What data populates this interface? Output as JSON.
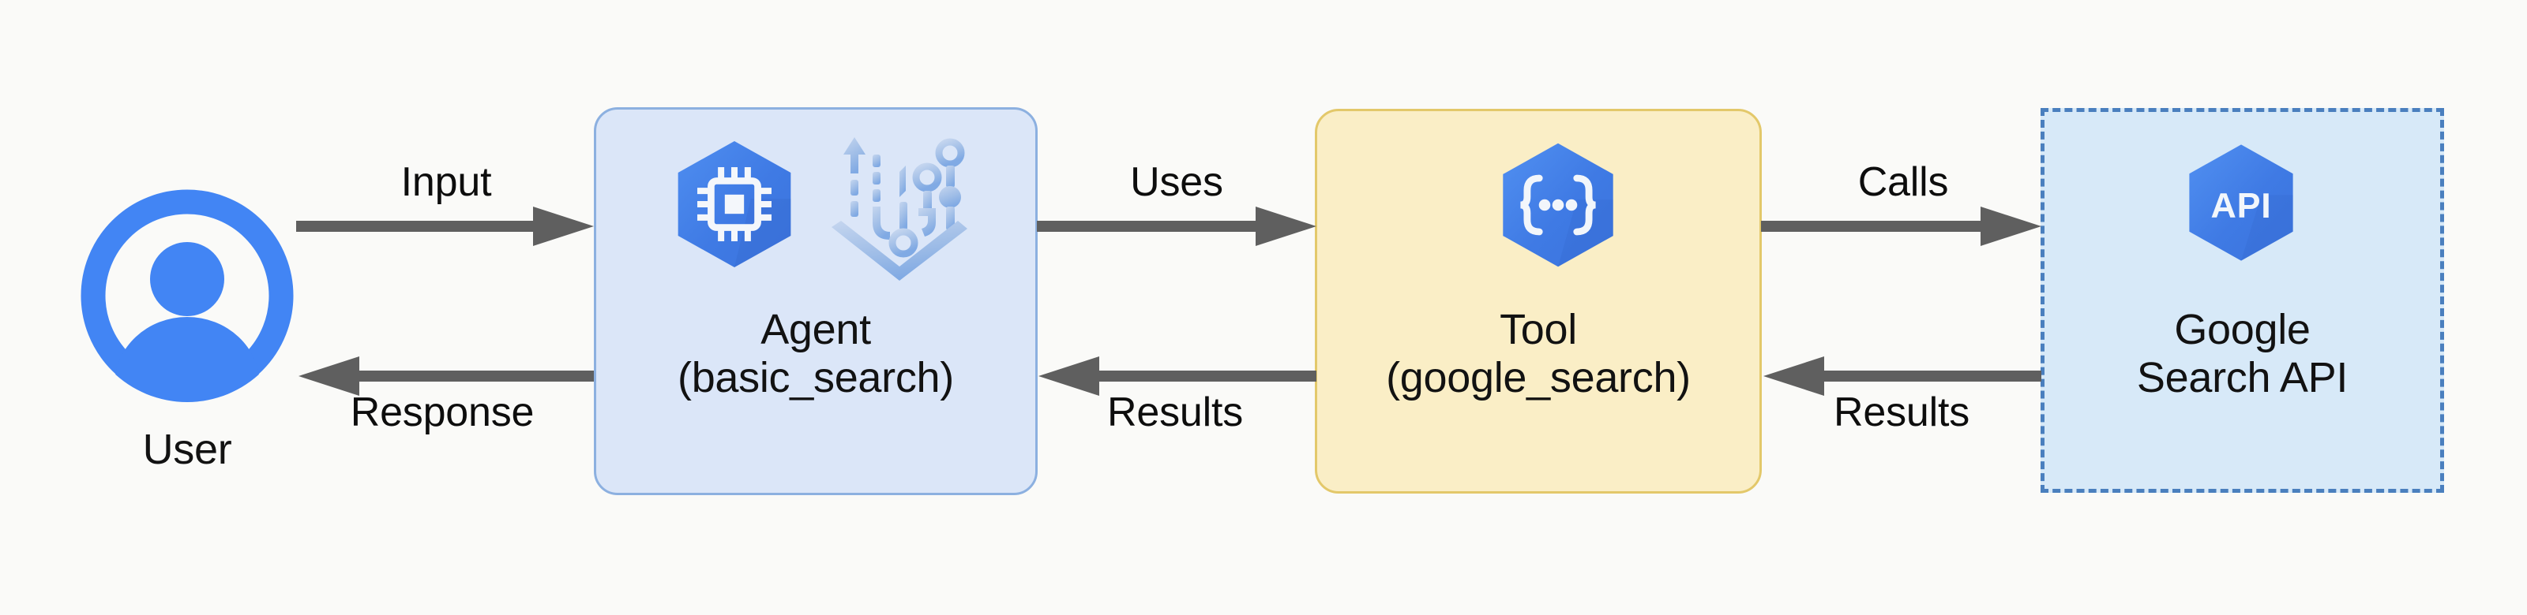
{
  "diagram": {
    "type": "flow-diagram",
    "background_color": "#fafaf8",
    "nodes": [
      {
        "id": "user",
        "label": "User",
        "icon": "user-avatar-icon",
        "shape": "circle",
        "color": "#4285F4"
      },
      {
        "id": "agent",
        "label_line1": "Agent",
        "label_line2": "(basic_search)",
        "icon": "cpu-chip-hexagon-icon",
        "secondary_icon": "workflow-orchestration-icon",
        "shape": "rounded-rect",
        "fill_color": "#dbe6f8",
        "border_color": "#8cb0e0",
        "border_style": "solid"
      },
      {
        "id": "tool",
        "label_line1": "Tool",
        "label_line2": "(google_search)",
        "icon": "code-braces-hexagon-icon",
        "shape": "rounded-rect",
        "fill_color": "#faeec6",
        "border_color": "#e3c86a",
        "border_style": "solid"
      },
      {
        "id": "google-search-api",
        "label_line1": "Google",
        "label_line2": "Search API",
        "icon": "api-hexagon-icon",
        "icon_text": "API",
        "shape": "rect",
        "fill_color": "#d7e9f8",
        "border_color": "#4a7fbe",
        "border_style": "dashed"
      }
    ],
    "edges": [
      {
        "id": "user-to-agent",
        "label": "Input",
        "from": "user",
        "to": "agent",
        "direction": "right",
        "color": "#5f5f5f"
      },
      {
        "id": "agent-to-user",
        "label": "Response",
        "from": "agent",
        "to": "user",
        "direction": "left",
        "color": "#5f5f5f"
      },
      {
        "id": "agent-to-tool",
        "label": "Uses",
        "from": "agent",
        "to": "tool",
        "direction": "right",
        "color": "#5f5f5f"
      },
      {
        "id": "tool-to-agent",
        "label": "Results",
        "from": "tool",
        "to": "agent",
        "direction": "left",
        "color": "#5f5f5f"
      },
      {
        "id": "tool-to-api",
        "label": "Calls",
        "from": "tool",
        "to": "google-search-api",
        "direction": "right",
        "color": "#5f5f5f"
      },
      {
        "id": "api-to-tool",
        "label": "Results",
        "from": "google-search-api",
        "to": "tool",
        "direction": "left",
        "color": "#5f5f5f"
      }
    ]
  }
}
